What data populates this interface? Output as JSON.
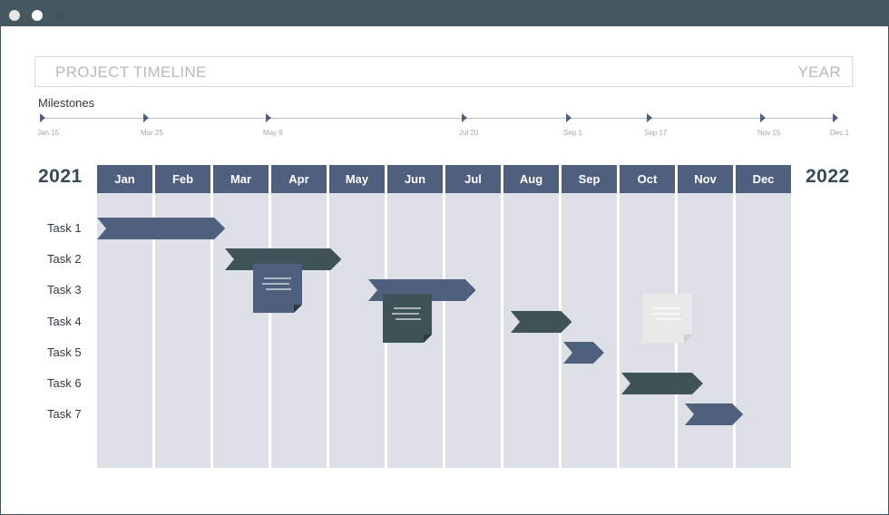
{
  "header": {
    "title": "PROJECT TIMELINE",
    "year_label": "YEAR"
  },
  "milestones": {
    "title": "Milestones",
    "items": [
      {
        "label": "Jan 15"
      },
      {
        "label": "Mar 25"
      },
      {
        "label": "May 8"
      },
      {
        "label": "Jul 20"
      },
      {
        "label": "Sep 1"
      },
      {
        "label": "Sep 17"
      },
      {
        "label": "Nov 15"
      },
      {
        "label": "Dec 1"
      }
    ]
  },
  "timeline": {
    "year_start": "2021",
    "year_end": "2022",
    "months": [
      "Jan",
      "Feb",
      "Mar",
      "Apr",
      "May",
      "Jun",
      "Jul",
      "Aug",
      "Sep",
      "Oct",
      "Nov",
      "Dec"
    ]
  },
  "tasks": [
    {
      "label": "Task 1",
      "start_month": 1.0,
      "end_month": 3.2,
      "color": "#4f5f7e"
    },
    {
      "label": "Task 2",
      "start_month": 3.2,
      "end_month": 5.2,
      "color": "#3e5257"
    },
    {
      "label": "Task 3",
      "start_month": 5.65,
      "end_month": 7.5,
      "color": "#4f5f7e"
    },
    {
      "label": "Task 4",
      "start_month": 8.1,
      "end_month": 9.15,
      "color": "#3e5257"
    },
    {
      "label": "Task 5",
      "start_month": 9.0,
      "end_month": 9.7,
      "color": "#4f5f7e"
    },
    {
      "label": "Task 6",
      "start_month": 10.0,
      "end_month": 11.4,
      "color": "#3e5257"
    },
    {
      "label": "Task 7",
      "start_month": 11.1,
      "end_month": 12.1,
      "color": "#4f5f7e"
    }
  ],
  "notes": [
    {
      "color": "#4f5f7e"
    },
    {
      "color": "#3e5257"
    },
    {
      "color": "#e9e9e9"
    }
  ],
  "colors": {
    "titlebar": "#46585f",
    "month_header": "#4f5f7e",
    "column_bg": "#dde0e6",
    "dark_bar": "#3e5257",
    "blue_bar": "#4f5f7e"
  }
}
